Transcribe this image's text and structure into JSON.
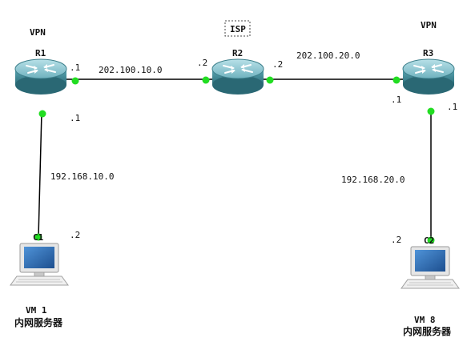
{
  "colors": {
    "link": "#000000",
    "port": "#22dd22",
    "router_body": "#3f8f9c",
    "router_top": "#9ad0da",
    "monitor_frame": "#d8d8d8",
    "screen": "#2e70b8"
  },
  "isp_label": "ISP",
  "routers": {
    "r1": {
      "name": "R1",
      "tag": "VPN",
      "port_east": ".1",
      "port_south": ".1"
    },
    "r2": {
      "name": "R2",
      "port_west": ".2",
      "port_east": ".2"
    },
    "r3": {
      "name": "R3",
      "tag": "VPN",
      "port_west": ".1",
      "port_south": ".1"
    }
  },
  "networks": {
    "r1_r2": "202.100.10.0",
    "r2_r3": "202.100.20.0",
    "lan_left": "192.168.10.0",
    "lan_right": "192.168.20.0"
  },
  "hosts": {
    "c1": {
      "name": "C1",
      "addr": ".2",
      "vm": "VM 1",
      "role": "内网服务器"
    },
    "c2": {
      "name": "C2",
      "addr": ".2",
      "vm": "VM 8",
      "role": "内网服务器"
    }
  }
}
